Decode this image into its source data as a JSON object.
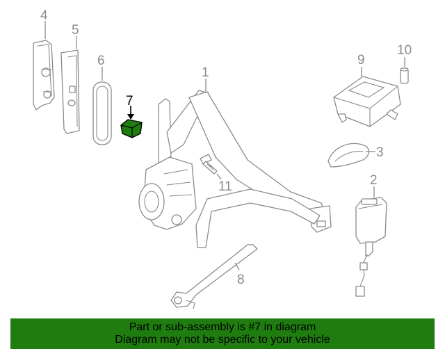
{
  "diagram": {
    "callouts": {
      "c1": "1",
      "c2": "2",
      "c3": "3",
      "c4": "4",
      "c5": "5",
      "c6": "6",
      "c7": "7",
      "c8": "8",
      "c9": "9",
      "c10": "10",
      "c11": "11"
    },
    "highlight_color": "#1f7d10"
  },
  "banner": {
    "line1": "Part or sub-assembly is #7 in diagram",
    "line2": "Diagram may not be specific to your vehicle",
    "background": "#1f7d10"
  }
}
